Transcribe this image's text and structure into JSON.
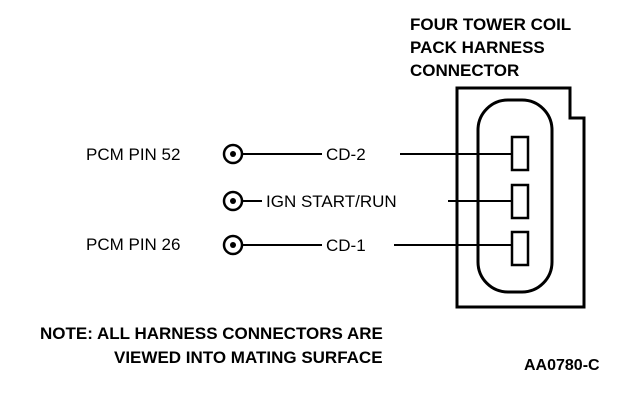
{
  "title_lines": [
    "FOUR TOWER COIL",
    "PACK HARNESS",
    "CONNECTOR"
  ],
  "circuits": [
    {
      "left_label": "PCM PIN 52",
      "wire_label": "CD-2"
    },
    {
      "left_label": "",
      "wire_label": "IGN START/RUN"
    },
    {
      "left_label": "PCM PIN 26",
      "wire_label": "CD-1"
    }
  ],
  "note_lines": [
    "NOTE: ALL HARNESS CONNECTORS ARE",
    "VIEWED INTO MATING SURFACE"
  ],
  "figure_code": "AA0780-C",
  "colors": {
    "ink": "#000000",
    "background": "#ffffff"
  }
}
